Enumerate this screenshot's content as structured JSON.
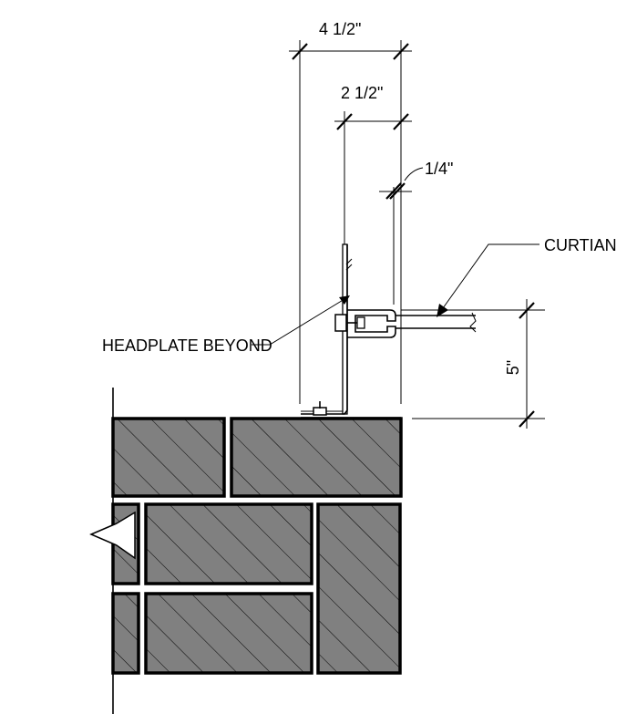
{
  "dimensions": {
    "overall_width": "4 1/2\"",
    "clip_width": "2 1/2\"",
    "gap": "1/4\"",
    "height": "5\""
  },
  "callouts": {
    "curtain": "CURTIAN",
    "headplate": "HEADPLATE BEYOND"
  },
  "colors": {
    "brick_fill": "#808080",
    "line": "#000000",
    "background": "#ffffff"
  }
}
